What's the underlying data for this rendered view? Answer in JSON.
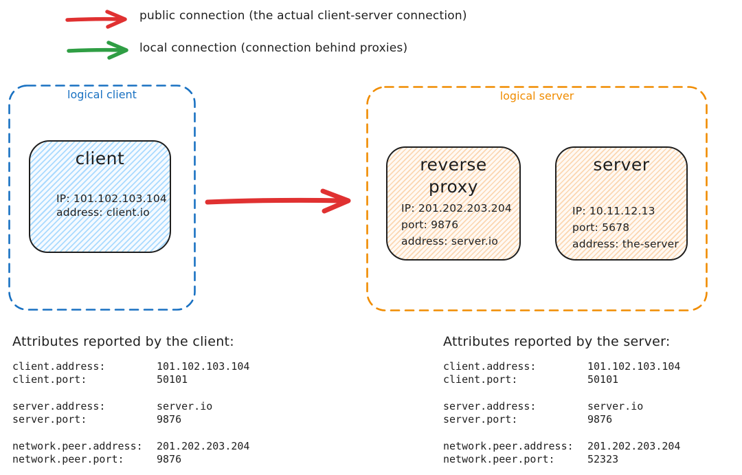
{
  "legend": {
    "items": [
      {
        "name": "public-connection",
        "color": "#e03131",
        "label": "public connection (the actual client-server connection)"
      },
      {
        "name": "local-connection",
        "color": "#2f9e44",
        "label": "local connection (connection behind proxies)"
      }
    ]
  },
  "logical_client": {
    "label": "logical client",
    "border_color": "#1971c2",
    "client_node": {
      "title": "client",
      "fill_color": "#a5d8ff",
      "lines": [
        "IP: 101.102.103.104",
        "address: client.io"
      ]
    }
  },
  "logical_server": {
    "label": "logical server",
    "border_color": "#f08c00",
    "proxy_node": {
      "title_lines": [
        "reverse",
        "proxy"
      ],
      "fill_color": "#ffd8a8",
      "lines": [
        "IP: 201.202.203.204",
        "port: 9876",
        "address: server.io"
      ]
    },
    "server_node": {
      "title": "server",
      "fill_color": "#ffd8a8",
      "lines": [
        "IP: 10.11.12.13",
        "port: 5678",
        "address: the-server"
      ]
    }
  },
  "main_arrow": {
    "color": "#e03131",
    "type": "public-connection"
  },
  "client_attributes": {
    "heading": "Attributes reported by the client:",
    "groups": [
      [
        {
          "key": "client.address:",
          "value": "101.102.103.104"
        },
        {
          "key": "client.port:",
          "value": "50101"
        }
      ],
      [
        {
          "key": "server.address:",
          "value": "server.io"
        },
        {
          "key": "server.port:",
          "value": "9876"
        }
      ],
      [
        {
          "key": "network.peer.address:",
          "value": "201.202.203.204"
        },
        {
          "key": "network.peer.port:",
          "value": "9876"
        }
      ]
    ]
  },
  "server_attributes": {
    "heading": "Attributes reported by the server:",
    "groups": [
      [
        {
          "key": "client.address:",
          "value": "101.102.103.104"
        },
        {
          "key": "client.port:",
          "value": "50101"
        }
      ],
      [
        {
          "key": "server.address:",
          "value": "server.io"
        },
        {
          "key": "server.port:",
          "value": "9876"
        }
      ],
      [
        {
          "key": "network.peer.address:",
          "value": "201.202.203.204"
        },
        {
          "key": "network.peer.port:",
          "value": "52323"
        }
      ]
    ]
  },
  "colors": {
    "ink": "#1e1e1e",
    "red": "#e03131",
    "green": "#2f9e44",
    "blue": "#1971c2",
    "orange": "#f08c00",
    "blue_fill": "#a5d8ff",
    "tan_fill": "#ffd8a8"
  }
}
